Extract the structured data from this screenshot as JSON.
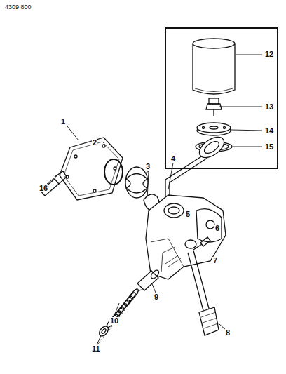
{
  "diagram": {
    "labels": [
      "4309 800",
      "1",
      "2",
      "3",
      "4",
      "5",
      "6",
      "7",
      "8",
      "9",
      "10",
      "11",
      "12",
      "13",
      "14",
      "15",
      "16"
    ]
  }
}
